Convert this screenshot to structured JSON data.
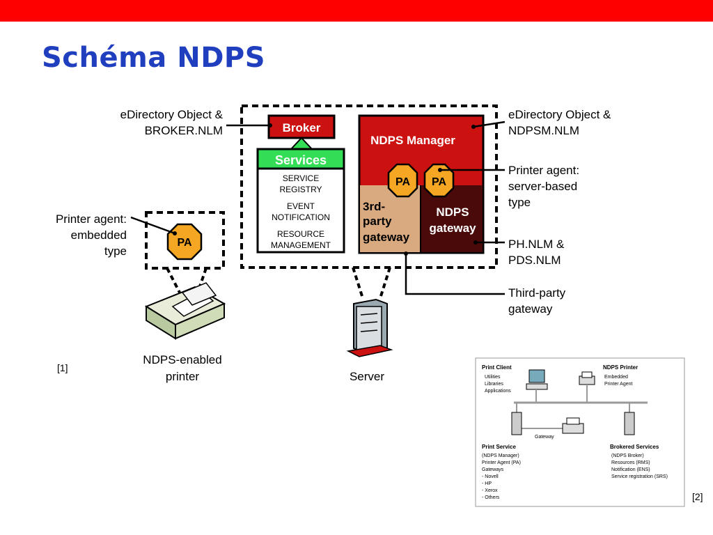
{
  "slide": {
    "title": "Schéma NDPS",
    "ref1": "[1]",
    "ref2": "[2]"
  },
  "colors": {
    "topbar": "#ff0000",
    "title": "#1f3fbf",
    "red": "#cc1111",
    "green": "#33dd55",
    "tan": "#d9aa80",
    "maroon": "#4a0a0a",
    "pa_orange": "#f5a623"
  },
  "diagram": {
    "broker": "Broker",
    "services": "Services",
    "service_items": [
      "SERVICE",
      "REGISTRY",
      "EVENT",
      "NOTIFICATION",
      "RESOURCE",
      "MANAGEMENT"
    ],
    "ndps_manager": "NDPS Manager",
    "pa": "PA",
    "third_party": [
      "3rd-",
      "party",
      "gateway"
    ],
    "ndps_gateway": [
      "NDPS",
      "gateway"
    ],
    "labels": {
      "edir_broker": [
        "eDirectory Object &",
        "BROKER.NLM"
      ],
      "edir_ndpsm": [
        "eDirectory Object &",
        "NDPSM.NLM"
      ],
      "pa_embedded": [
        "Printer agent:",
        "embedded",
        "type"
      ],
      "pa_server": [
        "Printer agent:",
        "server-based",
        "type"
      ],
      "ph_pds": [
        "PH.NLM &",
        "PDS.NLM"
      ],
      "third_party_gw": [
        "Third-party",
        "gateway"
      ],
      "printer": [
        "NDPS-enabled",
        "printer"
      ],
      "server": "Server"
    }
  },
  "inset": {
    "print_client": "Print Client",
    "client_items": [
      "Utilities",
      "Libraries",
      "Applications"
    ],
    "ndps_printer": "NDPS Printer",
    "printer_items": [
      "Embedded",
      "Printer Agent"
    ],
    "gateway": "Gateway",
    "print_service": "Print Service",
    "service_items": [
      "(NDPS Manager)",
      "Printer Agent (PA)",
      "Gateways",
      "- Novell",
      "- HP",
      "- Xerox",
      "- Others"
    ],
    "brokered_services": "Brokered Services",
    "brokered_items": [
      "(NDPS Broker)",
      "Resources (RMS)",
      "Notification (ENS)",
      "Service registration (SRS)"
    ]
  }
}
